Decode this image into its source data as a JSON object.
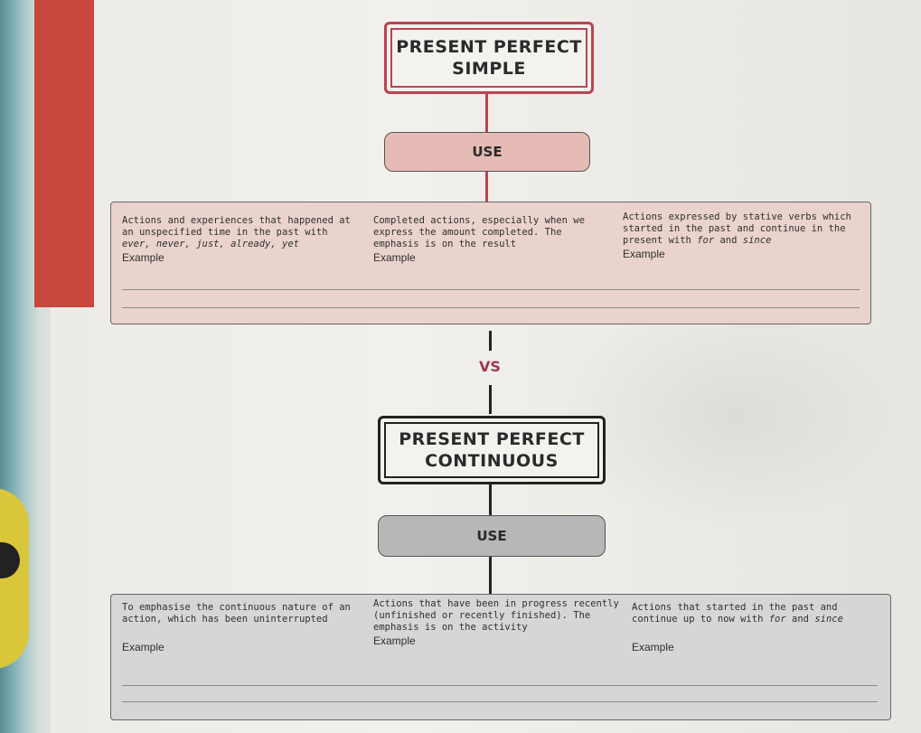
{
  "simple": {
    "title_line1": "PRESENT PERFECT",
    "title_line2": "SIMPLE",
    "use_label": "USE",
    "columns": [
      {
        "desc": "Actions and experiences that happened at an unspecified time in the past with",
        "extra": "ever, never, just, already, yet",
        "example_label": "Example"
      },
      {
        "desc": "Completed actions, especially when we express the amount completed. The emphasis is on the result",
        "example_label": "Example"
      },
      {
        "desc": "Actions expressed by stative verbs which started in the past and continue in the present with",
        "for_word": "for",
        "and_word": "and",
        "since_word": "since",
        "example_label": "Example"
      }
    ]
  },
  "vs_label": "VS",
  "continuous": {
    "title_line1": "PRESENT PERFECT",
    "title_line2": "CONTINUOUS",
    "use_label": "USE",
    "columns": [
      {
        "desc": "To emphasise the continuous nature of an action, which has been uninterrupted",
        "example_label": "Example"
      },
      {
        "desc": "Actions that have been in progress recently (unfinished or recently finished). The emphasis is on the activity",
        "example_label": "Example"
      },
      {
        "desc": "Actions that started in the past and continue up to now with",
        "for_word": "for",
        "and_word": "and",
        "since_word": "since",
        "example_label": "Example"
      }
    ]
  },
  "colors": {
    "accent_red": "#b84452",
    "simple_panel": "#ead3cc",
    "continuous_panel": "#d6d6d6"
  }
}
